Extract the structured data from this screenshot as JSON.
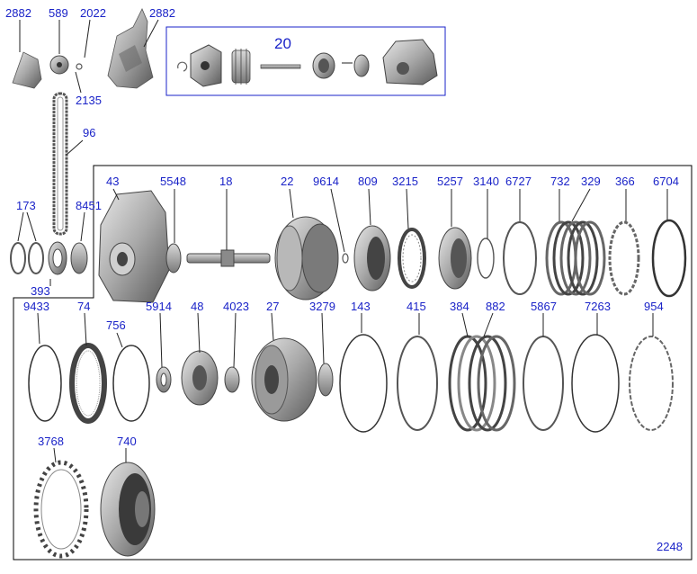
{
  "labels": {
    "p2882a": "2882",
    "p589": "589",
    "p2022": "2022",
    "p2882b": "2882",
    "p20": "20",
    "p2135": "2135",
    "p96": "96",
    "p173": "173",
    "p8451": "8451",
    "p393": "393",
    "p43": "43",
    "p5548": "5548",
    "p18": "18",
    "p22": "22",
    "p9614": "9614",
    "p809": "809",
    "p3215": "3215",
    "p5257": "5257",
    "p3140": "3140",
    "p6727": "6727",
    "p732": "732",
    "p329": "329",
    "p366": "366",
    "p6704": "6704",
    "p9433": "9433",
    "p74": "74",
    "p756": "756",
    "p5914": "5914",
    "p48": "48",
    "p4023": "4023",
    "p27": "27",
    "p3279": "3279",
    "p143": "143",
    "p415": "415",
    "p384": "384",
    "p882": "882",
    "p5867": "5867",
    "p7263": "7263",
    "p954": "954",
    "p3768": "3768",
    "p740": "740",
    "p2248": "2248"
  },
  "colors": {
    "label_text": "#1a23c8",
    "part_metal": "#9a9a9a",
    "part_dark": "#4a4a4a",
    "part_light": "#d4d4d4"
  }
}
